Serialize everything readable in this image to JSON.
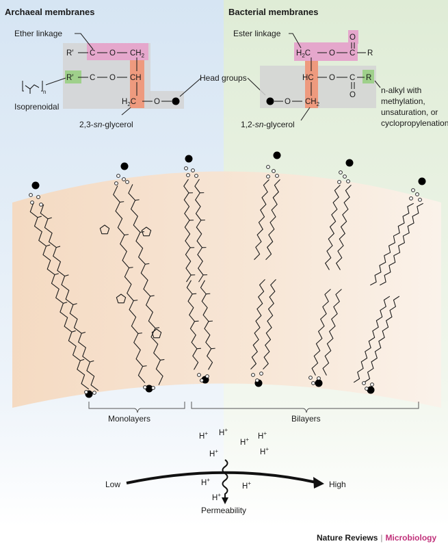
{
  "titles": {
    "archaea": "Archaeal membranes",
    "bacteria": "Bacterial membranes"
  },
  "archaeal_lipid": {
    "linkage_label": "Ether linkage",
    "isoprenoidal_label": "Isoprenoidal",
    "subscript_n": "n",
    "glycerol_label_prefix": "2,3-",
    "glycerol_label_italic": "sn",
    "glycerol_label_suffix": "-glycerol",
    "r_prime": "R′",
    "carbon": "C",
    "oxygen": "O",
    "ch": "CH",
    "ch2": "CH",
    "h2c": "H",
    "two": "2",
    "c_after_h2": "C"
  },
  "bacterial_lipid": {
    "linkage_label": "Ester linkage",
    "glycerol_label_prefix": "1,2-",
    "glycerol_label_italic": "sn",
    "glycerol_label_suffix": "-glycerol",
    "r": "R",
    "carbon": "C",
    "oxygen": "O",
    "hc": "HC",
    "ch2": "CH",
    "h2c": "H",
    "two": "2",
    "c_after_h2": "C",
    "alkyl_label_lines": [
      "n-alkyl with",
      "methylation,",
      "unsaturation, or",
      "cyclopropylenation"
    ]
  },
  "head_groups_label": "Head groups",
  "brackets": {
    "monolayers": "Monolayers",
    "bilayers": "Bilayers"
  },
  "permeability": {
    "low": "Low",
    "high": "High",
    "axis_label": "Permeability",
    "proton_H": "H",
    "proton_plus": "+"
  },
  "credit": {
    "journal": "Nature Reviews",
    "separator": "|",
    "section": "Microbiology"
  },
  "colors": {
    "archaea_bg": "#dce9f5",
    "bacteria_bg": "#e3efdb",
    "membrane_band": "#f6dcc4",
    "ether_highlight": "#e5a7cc",
    "glycerol_highlight": "#ee9a7e",
    "r_highlight": "#9fd08b",
    "gray_box": "#d4d4d4",
    "credit_accent": "#c0307a"
  }
}
